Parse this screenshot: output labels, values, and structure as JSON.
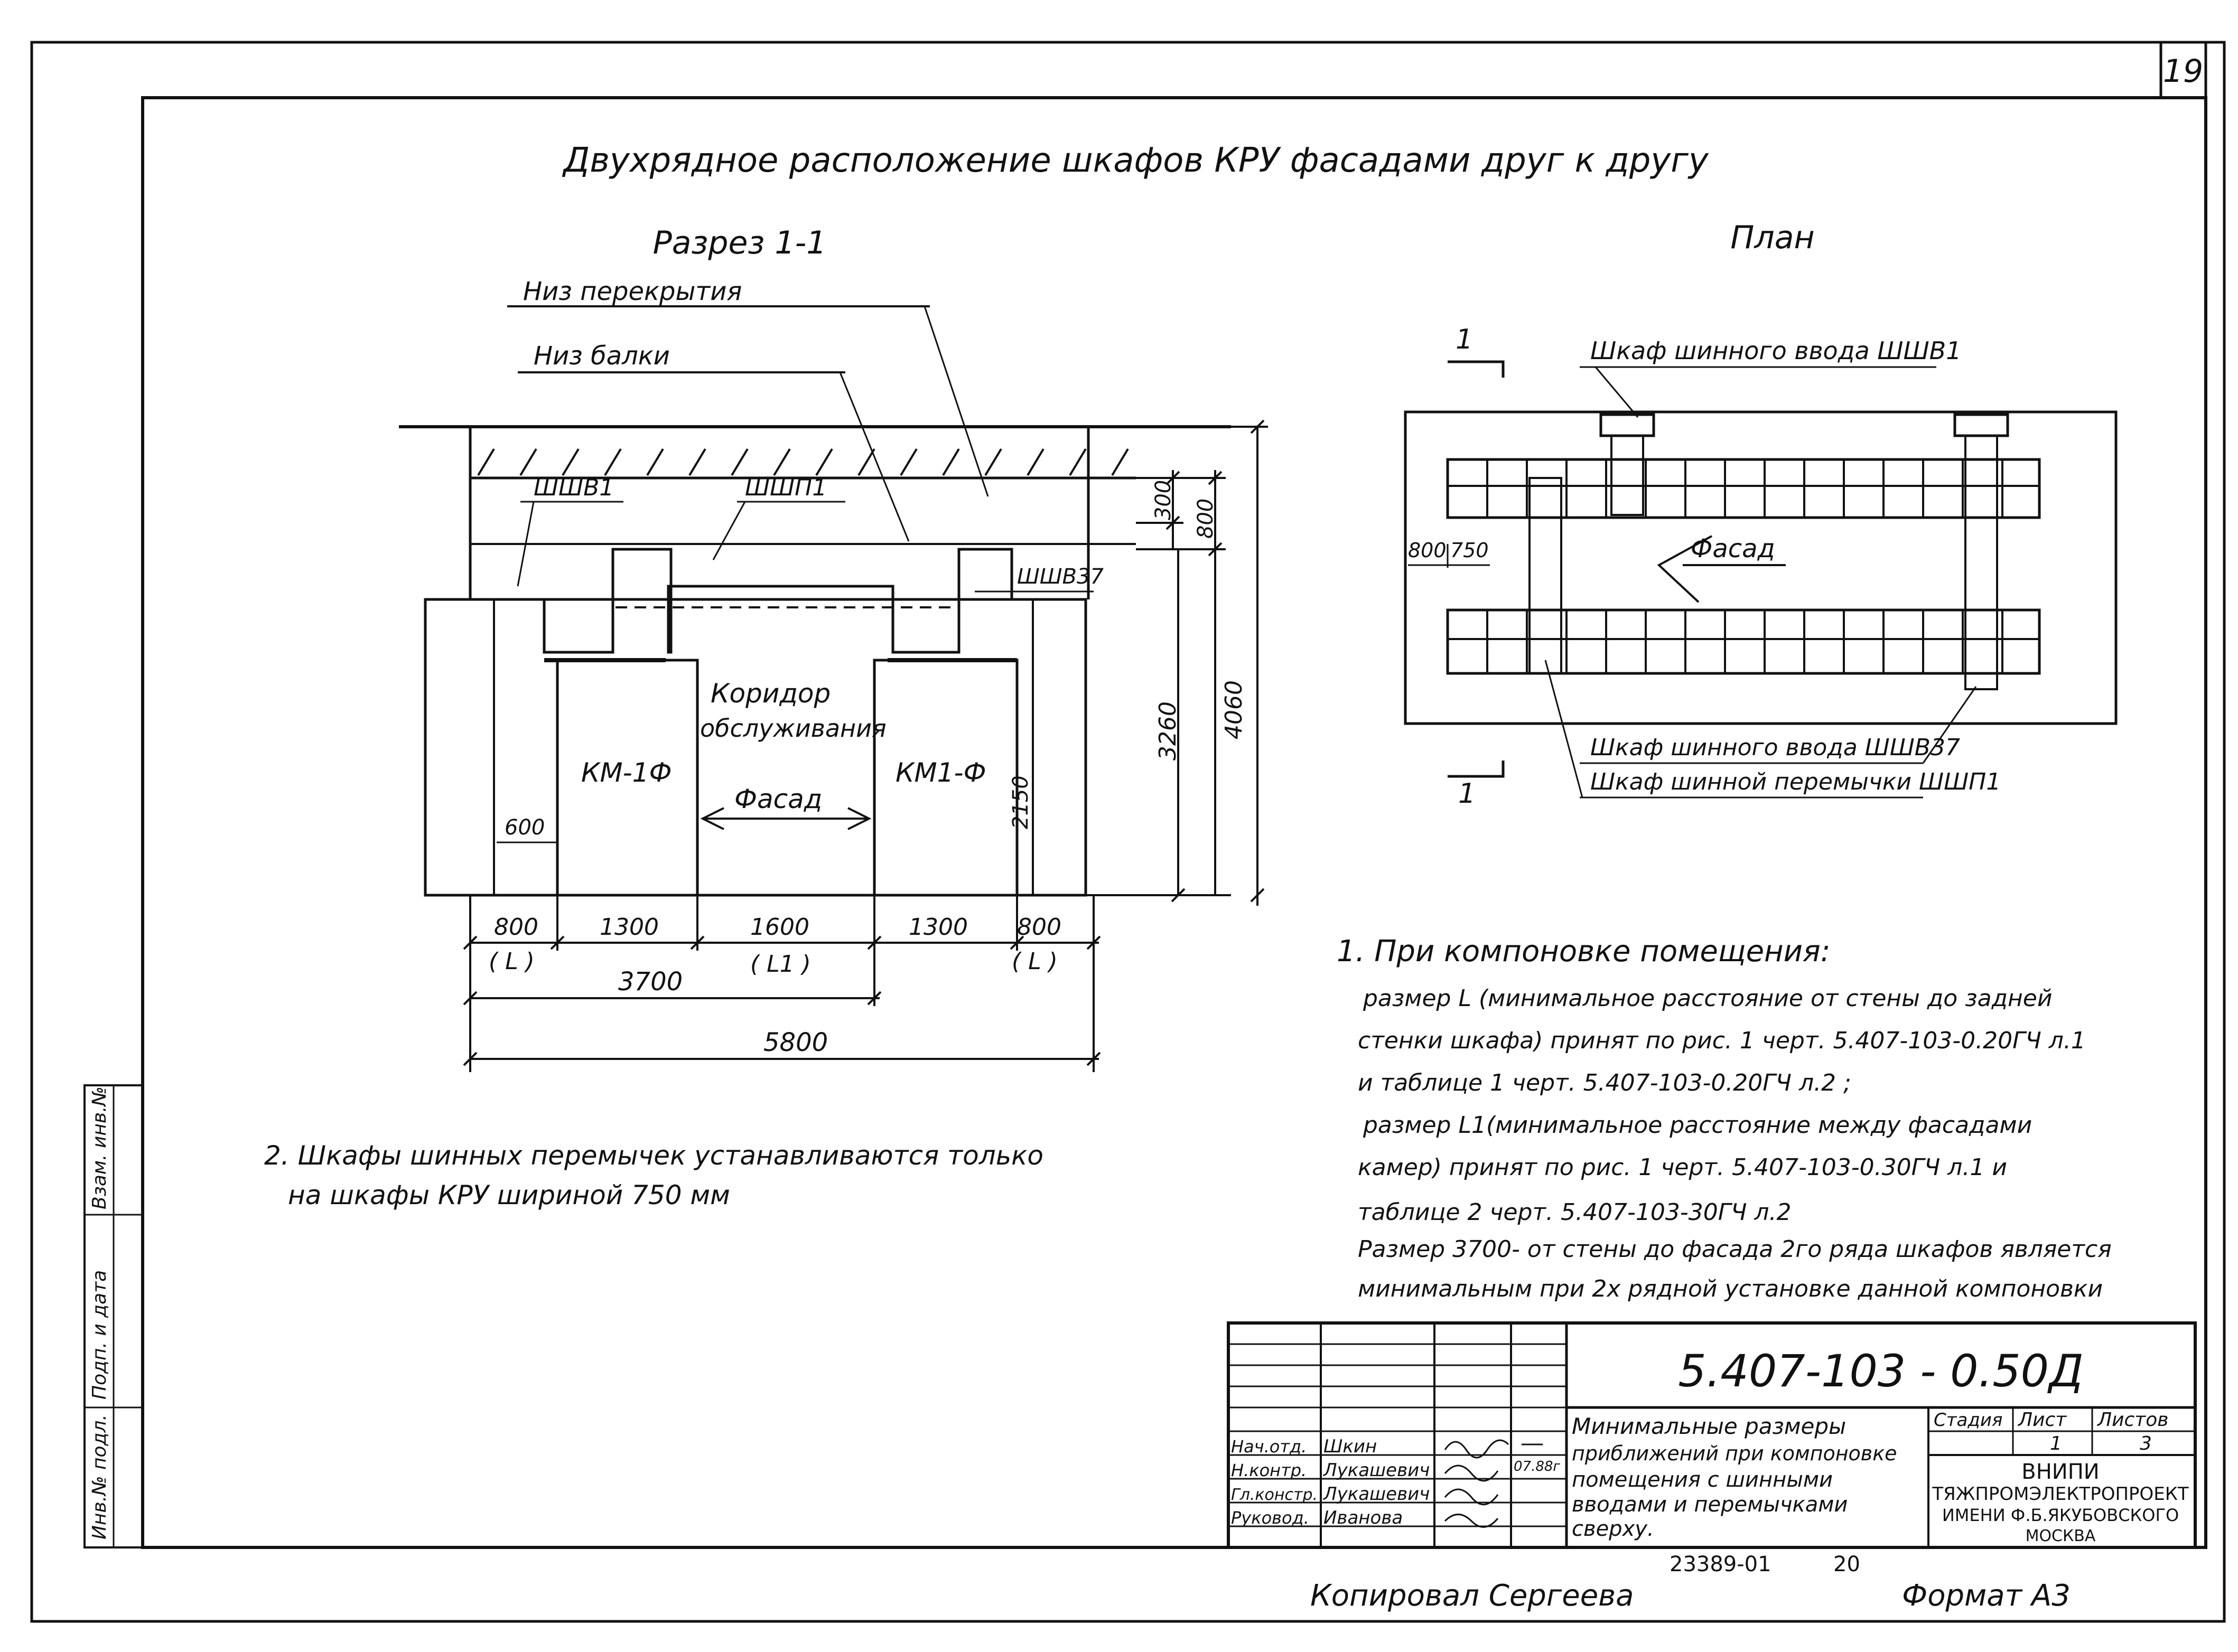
{
  "sheet_number": "19",
  "title": "Двухрядное расположение шкафов КРУ фасадами друг к другу",
  "section": {
    "heading": "Разрез 1-1",
    "label_ceiling": "Низ перекрытия",
    "label_beam": "Низ балки",
    "label_shv1": "ШШВ1",
    "label_shp1": "ШШП1",
    "label_shv37": "ШШВ37",
    "corridor_line1": "Коридор",
    "corridor_line2": "обслуживания",
    "left_cabinet": "КМ-1Ф",
    "right_cabinet": "КМ1-Ф",
    "facade": "Фасад",
    "dims": {
      "d600": "600",
      "d800a": "800",
      "d1300a": "1300",
      "d1600": "1600",
      "d1300b": "1300",
      "d800b": "800",
      "L_a": "( L )",
      "L1": "( L1 )",
      "L_b": "( L )",
      "d3700": "3700",
      "d5800": "5800",
      "d300": "300",
      "d800v": "800",
      "d3260": "3260",
      "d4060": "4060",
      "d2150": "2150"
    }
  },
  "plan": {
    "heading": "План",
    "cut_mark": "1",
    "label_top": "Шкаф шинного ввода ШШВ1",
    "label_facade": "Фасад",
    "dim_800": "800",
    "dim_750": "750",
    "label_shv37": "Шкаф шинного ввода ШШВ37",
    "label_shp1": "Шкаф шинной перемычки ШШП1"
  },
  "notes": {
    "n1_title": "1. При компоновке помещения:",
    "n1_lines": [
      "размер L (минимальное расстояние от стены до задней",
      "стенки шкафа) принят по рис. 1 черт. 5.407-103-0.20ГЧ л.1",
      "и таблице 1 черт. 5.407-103-0.20ГЧ л.2 ;",
      "размер L1(минимальное расстояние между фасадами",
      "камер) принят по рис. 1 черт. 5.407-103-0.30ГЧ л.1 и",
      "таблице 2 черт. 5.407-103-30ГЧ л.2",
      "Размер 3700- от стены до фасада 2го ряда шкафов является",
      "минимальным при 2х рядной установке данной компоновки"
    ],
    "n2_lines": [
      "2. Шкафы шинных перемычек устанавливаются только",
      "на шкафы КРУ шириной 750 мм"
    ]
  },
  "stamp": {
    "doc_code": "5.407-103 - 0.50Д",
    "description": [
      "Минимальные размеры",
      "приближений при компоновке",
      "помещения с шинными",
      "вводами и перемычками",
      "сверху."
    ],
    "col_stage": "Стадия",
    "col_sheet": "Лист",
    "col_sheets": "Листов",
    "sheet_value": "1",
    "sheets_value": "3",
    "org_lines": [
      "ВНИПИ",
      "ТЯЖПРОМЭЛЕКТРОПРОЕКТ",
      "ИМЕНИ Ф.Б.ЯКУБОВСКОГО",
      "МОСКВА"
    ],
    "people": [
      {
        "role": "Нач.отд.",
        "name": "Шкин"
      },
      {
        "role": "Н.контр.",
        "name": "Лукашевич"
      },
      {
        "role": "Гл.констр.",
        "name": "Лукашевич"
      },
      {
        "role": "Руковод.",
        "name": "Иванова"
      }
    ],
    "date": "07.88г"
  },
  "left_margin": [
    "Инв.№ подл.",
    "Подп. и дата",
    "Взам. инв.№"
  ],
  "footer": {
    "archive": "23389-01",
    "page": "20",
    "copied": "Копировал  Сергеева",
    "format": "Формат А3"
  }
}
